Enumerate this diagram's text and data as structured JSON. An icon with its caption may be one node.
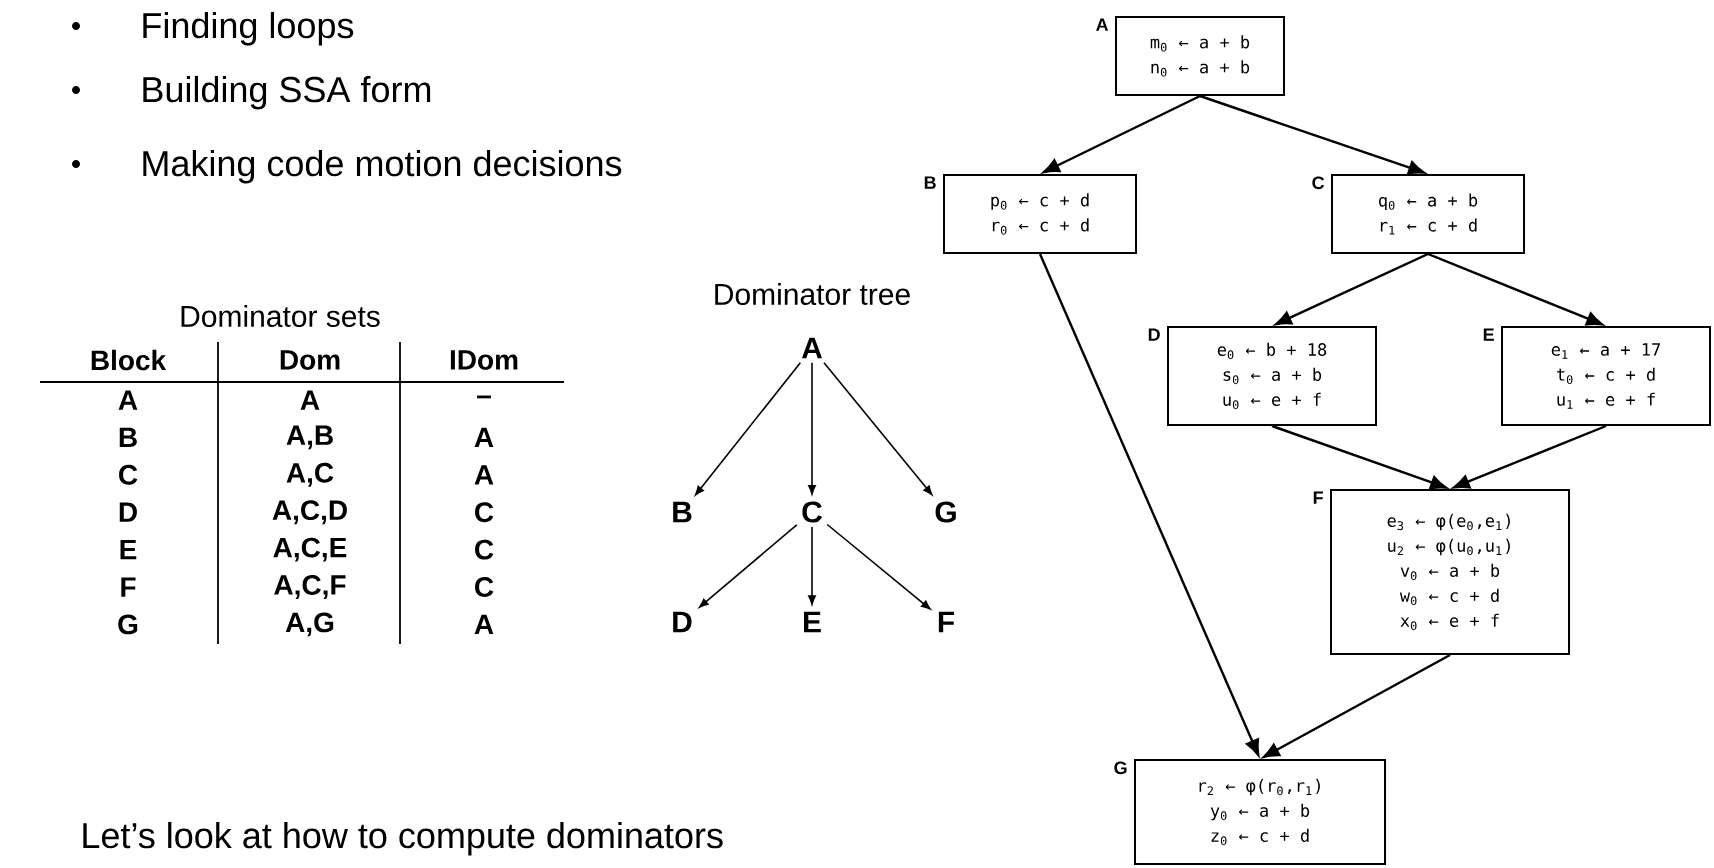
{
  "diagram": {
    "nodes": [
      {
        "text": [
          "A",
          "m$_{0}$ ← a + b",
          "n$_{0}$ ← a + b"
        ]
      },
      {
        "text": [
          "B",
          "p$_{0}$ ← c + d",
          "r$_{0}$ ← c + d"
        ]
      },
      {
        "text": [
          "C",
          "q$_{0}$ ← a + b",
          "r$_{1}$ ← c + d"
        ]
      },
      {
        "text": [
          "D",
          "e$_{0}$ ← b + 18",
          "s$_{0}$ ← a + b",
          "u$_{0}$ ← e + f"
        ]
      },
      {
        "text": [
          "E",
          "e$_{1}$ ← a + 17",
          "t$_{0}$ ← c + d",
          "u$_{1}$ ← e + f"
        ]
      },
      {
        "text": [
          "F",
          "e$_{3}$ ← φ(e$_{0}$,e$_{1}$)",
          "u$_{2}$ ← φ(u$_{0}$,u$_{1}$)",
          "v$_{0}$ ← a + b",
          "w$_{0}$ ← c + d",
          "x$_{0}$ ← e + f"
        ]
      },
      {
        "text": [
          "G",
          "r$_{2}$ ← φ(r$_{0}$,r$_{1}$)",
          "y$_{0}$ ← a + b",
          "z$_{0}$ ← c + d"
        ]
      },
      {
        "text": [
          "A"
        ]
      },
      {
        "text": [
          "B"
        ]
      },
      {
        "text": [
          "C"
        ]
      },
      {
        "text": [
          "G"
        ]
      },
      {
        "text": [
          "D"
        ]
      },
      {
        "text": [
          "E"
        ]
      },
      {
        "text": [
          "F"
        ]
      }
    ],
    "edges": [
      {
        "from": 0,
        "to": 1,
        "arrow": "to"
      },
      {
        "from": 0,
        "to": 2,
        "arrow": "to"
      },
      {
        "from": 1,
        "to": 6,
        "arrow": "to"
      },
      {
        "from": 2,
        "to": 3,
        "arrow": "to"
      },
      {
        "from": 2,
        "to": 4,
        "arrow": "to"
      },
      {
        "from": 3,
        "to": 5,
        "arrow": "to"
      },
      {
        "from": 4,
        "to": 5,
        "arrow": "to"
      },
      {
        "from": 5,
        "to": 6,
        "arrow": "to"
      },
      {
        "from": 7,
        "to": 8,
        "arrow": "to"
      },
      {
        "from": 7,
        "to": 9,
        "arrow": "to"
      },
      {
        "from": 7,
        "to": 10,
        "arrow": "to"
      },
      {
        "from": 9,
        "to": 11,
        "arrow": "to"
      },
      {
        "from": 9,
        "to": 12,
        "arrow": "to"
      },
      {
        "from": 9,
        "to": 13,
        "arrow": "to"
      }
    ],
    "labels": [
      "Finding loops",
      "Building SSA form",
      "Making code motion decisions",
      "Dominator sets",
      "Dominator tree",
      "Block",
      "Dom",
      "IDom",
      "A",
      "A",
      "–",
      "B",
      "A,B",
      "A",
      "C",
      "A,C",
      "A",
      "D",
      "A,C,D",
      "C",
      "E",
      "A,C,E",
      "C",
      "F",
      "A,C,F",
      "C",
      "G",
      "A,G",
      "A",
      "Let’s look at how to compute dominators"
    ]
  }
}
